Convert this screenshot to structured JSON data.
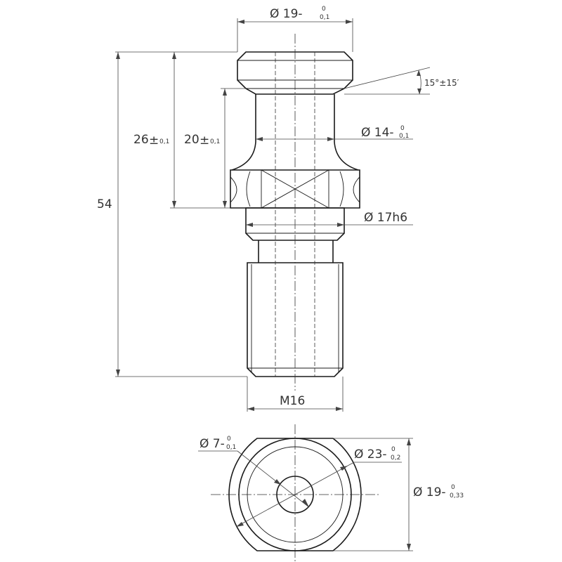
{
  "dimensions": {
    "head_diameter": {
      "symbol": "Ø",
      "value": "19-",
      "tol_upper": "0",
      "tol_lower": "0,1"
    },
    "cone_angle": {
      "text": "15°±15′"
    },
    "neck_diameter": {
      "symbol": "Ø",
      "value": "14-",
      "tol_upper": "0",
      "tol_lower": "0,1"
    },
    "height_26": {
      "value": "26",
      "tol": "±",
      "tol_value": "0,1"
    },
    "height_20": {
      "value": "20",
      "tol": "±",
      "tol_value": "0,1"
    },
    "collar_diameter": {
      "symbol": "Ø",
      "value": "17h6"
    },
    "total_length": {
      "value": "54"
    },
    "thread": {
      "value": "M16"
    },
    "bore_diameter": {
      "symbol": "Ø",
      "value": "7-",
      "tol_upper": "0",
      "tol_lower": "0,1"
    },
    "outer_diameter": {
      "symbol": "Ø",
      "value": "23-",
      "tol_upper": "0",
      "tol_lower": "0,2"
    },
    "flat_width": {
      "symbol": "Ø",
      "value": "19-",
      "tol_upper": "0",
      "tol_lower": "0,33"
    }
  }
}
